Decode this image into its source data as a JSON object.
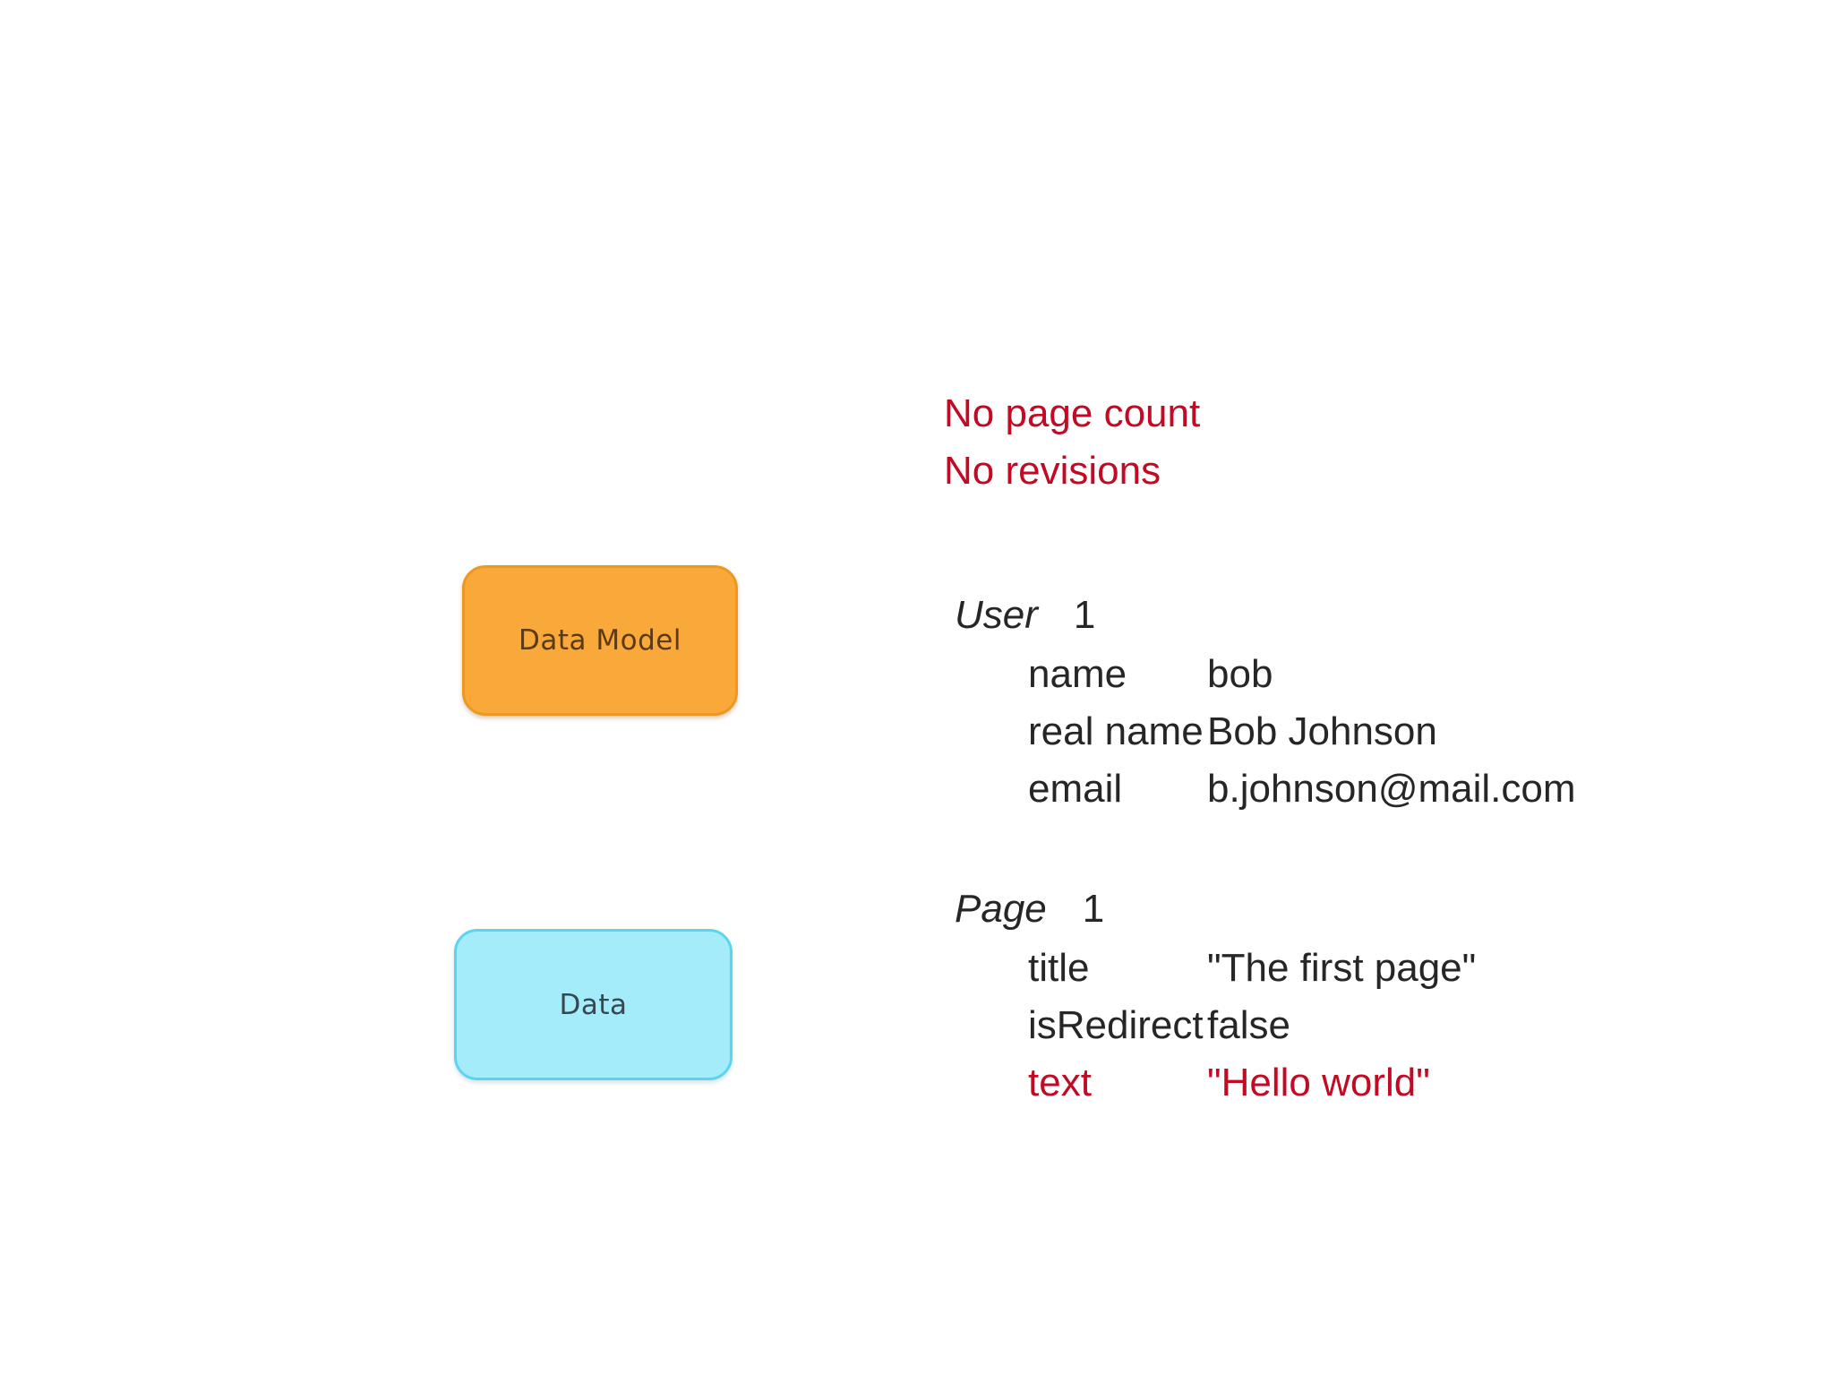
{
  "slide": {
    "background_color": "#ffffff",
    "notes": {
      "color": "#C20A24",
      "lines": [
        "No page count",
        "No revisions"
      ]
    },
    "nodes": [
      {
        "id": "data-model",
        "label": "Data Model",
        "fill": "#F9A83A",
        "border": "#EE9822",
        "text_color": "#5C3A15"
      },
      {
        "id": "data",
        "label": "Data",
        "fill": "#A5ECFB",
        "border": "#5DD4EF",
        "text_color": "#37474F"
      }
    ],
    "records": [
      {
        "type": "User",
        "id": "1",
        "fields": [
          {
            "key": "name",
            "value": "bob",
            "highlight": false
          },
          {
            "key": "real name",
            "value": "Bob Johnson",
            "highlight": false
          },
          {
            "key": "email",
            "value": "b.johnson@mail.com",
            "highlight": false
          }
        ]
      },
      {
        "type": "Page",
        "id": "1",
        "fields": [
          {
            "key": "title",
            "value": "\"The first page\"",
            "highlight": false
          },
          {
            "key": "isRedirect",
            "value": "false",
            "highlight": false
          },
          {
            "key": "text",
            "value": "\"Hello world\"",
            "highlight": true
          }
        ]
      }
    ],
    "colors": {
      "text": "#262626",
      "accent_red": "#C20A24",
      "orange_fill": "#F9A83A",
      "blue_fill": "#A5ECFB"
    }
  }
}
